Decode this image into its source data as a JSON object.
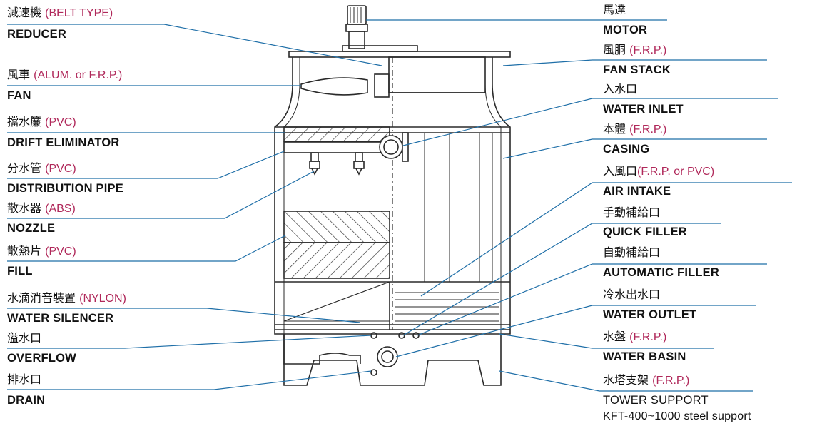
{
  "colors": {
    "leader": "#1f6fa8",
    "material": "#b0285a",
    "outline": "#2a2a2a"
  },
  "left_callouts": [
    {
      "id": "reducer",
      "zh": "減速機",
      "material": "(BELT TYPE)",
      "en": "REDUCER"
    },
    {
      "id": "fan",
      "zh": "風車",
      "material": "(ALUM. or F.R.P.)",
      "en": "FAN"
    },
    {
      "id": "drift",
      "zh": "擋水簾",
      "material": "(PVC)",
      "en": "DRIFT ELIMINATOR"
    },
    {
      "id": "distribution",
      "zh": "分水管",
      "material": "(PVC)",
      "en": "DISTRIBUTION PIPE"
    },
    {
      "id": "nozzle",
      "zh": "散水器",
      "material": "(ABS)",
      "en": "NOZZLE"
    },
    {
      "id": "fill",
      "zh": "散熱片",
      "material": "(PVC)",
      "en": "FILL"
    },
    {
      "id": "silencer",
      "zh": "水滴消音裝置",
      "material": "(NYLON)",
      "en": "WATER SILENCER"
    },
    {
      "id": "overflow",
      "zh": "溢水口",
      "material": "",
      "en": "OVERFLOW"
    },
    {
      "id": "drain",
      "zh": "排水口",
      "material": "",
      "en": "DRAIN"
    }
  ],
  "right_callouts": [
    {
      "id": "motor",
      "zh": "馬達",
      "material": "",
      "en": "MOTOR"
    },
    {
      "id": "fanstack",
      "zh": "風胴",
      "material": "(F.R.P.)",
      "en": "FAN STACK"
    },
    {
      "id": "inlet",
      "zh": "入水口",
      "material": "",
      "en": "WATER INLET"
    },
    {
      "id": "casing",
      "zh": "本體",
      "material": "(F.R.P.)",
      "en": "CASING"
    },
    {
      "id": "intake",
      "zh": "入風口",
      "material": "(F.R.P.  or  PVC)",
      "en": "AIR INTAKE"
    },
    {
      "id": "quick",
      "zh": "手動補給口",
      "material": "",
      "en": "QUICK FILLER"
    },
    {
      "id": "auto",
      "zh": "自動補給口",
      "material": "",
      "en": "AUTOMATIC FILLER"
    },
    {
      "id": "outlet",
      "zh": "冷水出水口",
      "material": "",
      "en": "WATER OUTLET"
    },
    {
      "id": "basin",
      "zh": "水盤",
      "material": "(F.R.P.)",
      "en": "WATER BASIN"
    },
    {
      "id": "support",
      "zh": "水塔支架",
      "material": "(F.R.P.)",
      "en": "TOWER SUPPORT",
      "extra": "KFT-400~1000 steel support"
    }
  ]
}
